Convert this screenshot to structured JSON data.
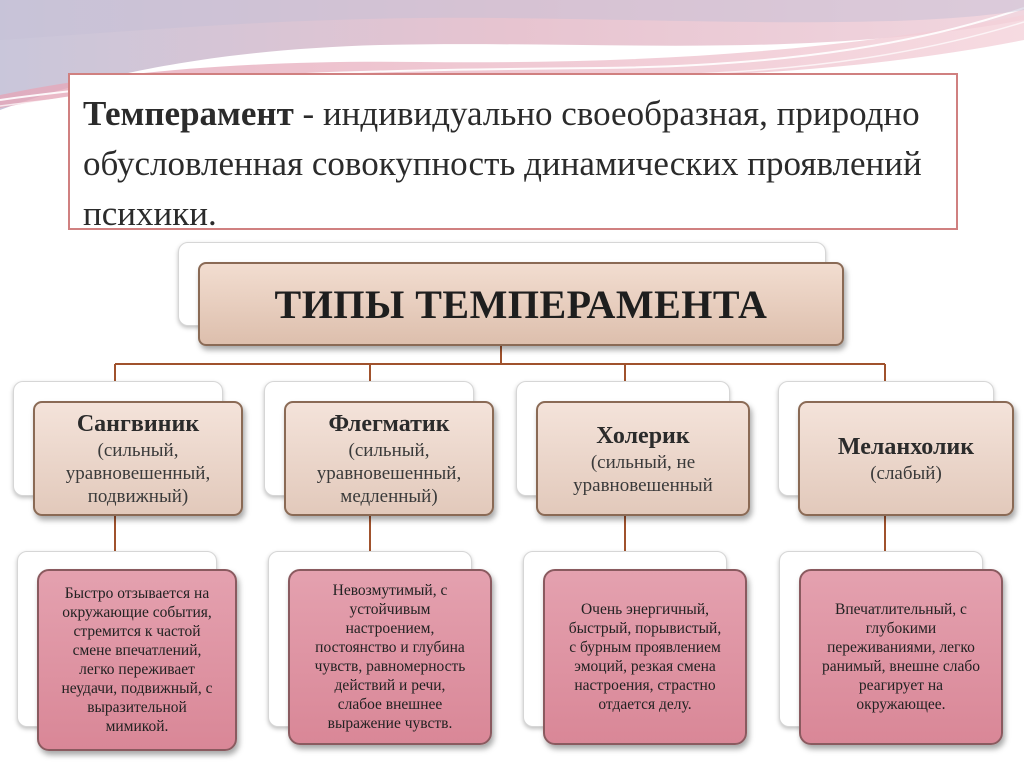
{
  "definition": {
    "term": "Темперамент",
    "text": " - индивидуально своеобразная, природно обусловленная совокупность динамических проявлений психики."
  },
  "header": {
    "title": "ТИПЫ ТЕМПЕРАМЕНТА"
  },
  "types": [
    {
      "name": "Сангвиник",
      "traits": "(сильный,\nуравновешенный,\nподвижный)"
    },
    {
      "name": "Флегматик",
      "traits": "(сильный,\nуравновешенный,\nмедленный)"
    },
    {
      "name": "Холерик",
      "traits": "(сильный, не\nуравновешенный"
    },
    {
      "name": "Меланхолик",
      "traits": "(слабый)"
    }
  ],
  "descriptions": [
    "Быстро отзывается на\nокружающие события,\nстремится к частой\nсмене впечатлений,\nлегко переживает\nнеудачи, подвижный, с\nвыразительной\nмимикой.",
    "Невозмутимый, с\nустойчивым\nнастроением,\nпостоянство и глубина\nчувств, равномерность\nдействий и речи,\nслабое внешнее\nвыражение чувств.",
    "Очень энергичный,\nбыстрый, порывистый,\nс бурным проявлением\nэмоций, резкая смена\nнастроения, страстно\nотдается делу.",
    "Впечатлительный, с\nглубокими\nпереживаниями, легко\nранимый, внешне слабо\nреагирует на\nокружающее."
  ],
  "colors": {
    "header_fill": "#e8cfc0",
    "type_fill": "#eed9cd",
    "desc_fill": "#df94a3",
    "connector": "#a0522d",
    "definition_border": "#d08080"
  }
}
